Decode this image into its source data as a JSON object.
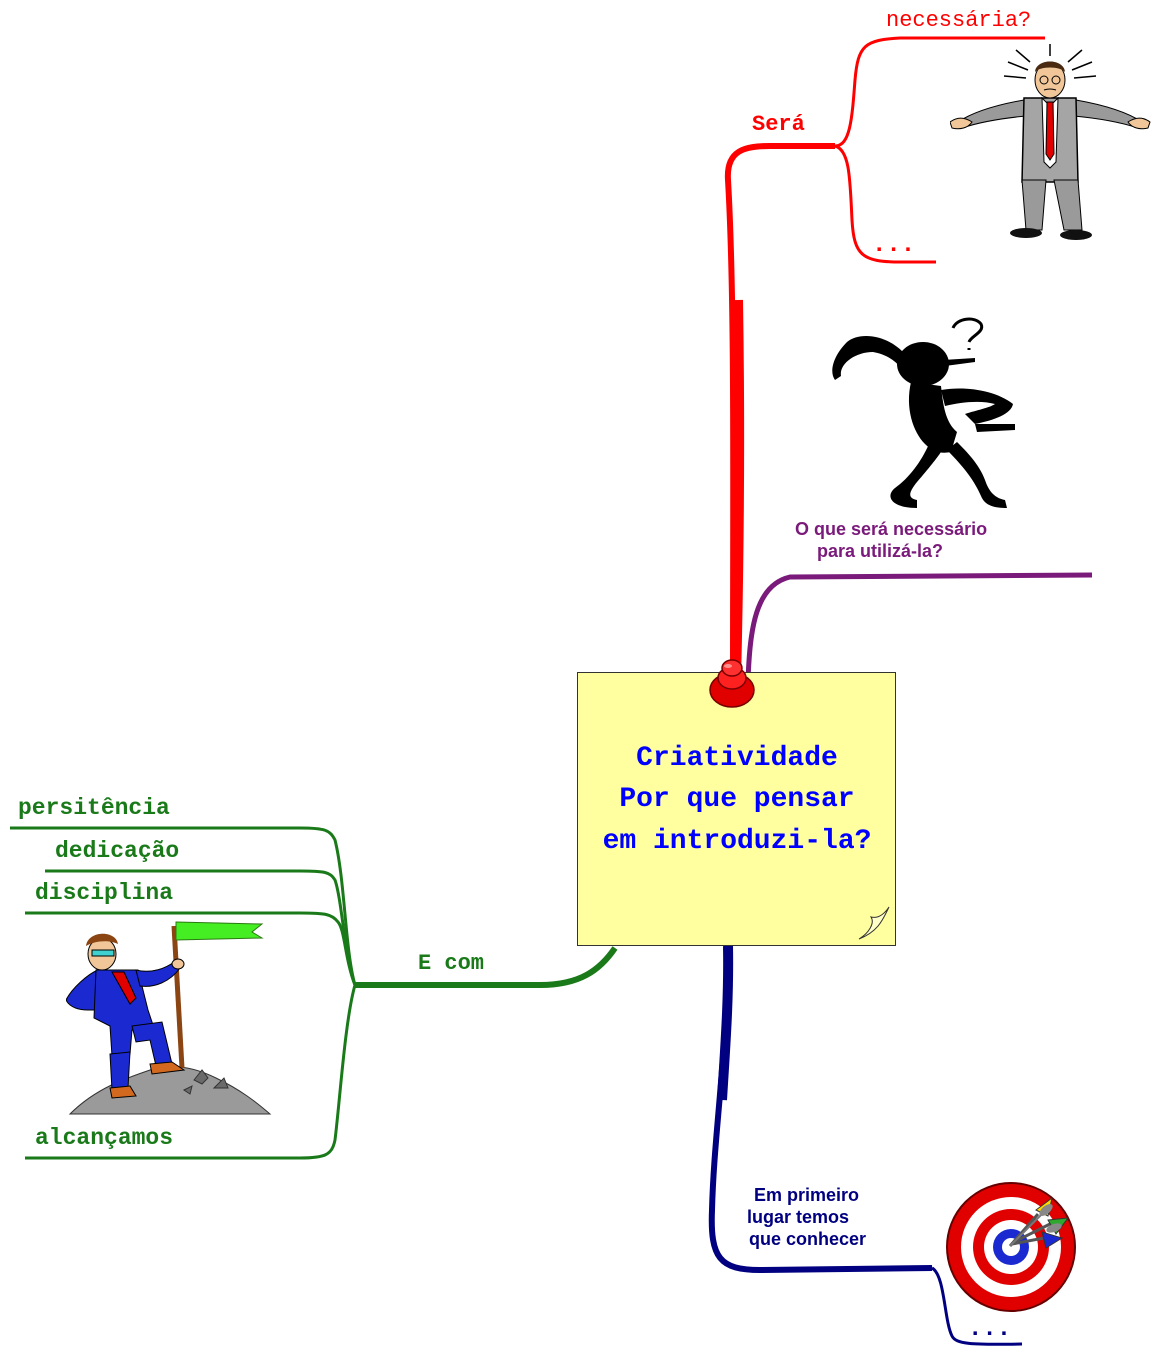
{
  "central": {
    "line1": "Criatividade",
    "line2": "Por que pensar",
    "line3": "em introduzi-la?"
  },
  "branches": {
    "red": {
      "label": "Será",
      "sub1": "necessária?",
      "sub2": "..."
    },
    "purple": {
      "line1": "O que será necessário",
      "line2": "para utilizá-la?"
    },
    "navy": {
      "line1": "Em primeiro",
      "line2": "lugar temos",
      "line3": "que conhecer",
      "sub": "..."
    },
    "green": {
      "label": "E com",
      "items": [
        "persitência",
        "dedicação",
        "disciplina"
      ],
      "result": "alcançamos"
    }
  },
  "colors": {
    "red_branch": "#ff0000",
    "purple_branch": "#7a1a7a",
    "navy_branch": "#000080",
    "green_branch": "#1a7a1a",
    "note": "#ffffa0",
    "title": "#0000ff"
  },
  "icons": [
    "shrugging-man-clipart",
    "thinking-figure-clipart",
    "dartboard-target-clipart",
    "climber-with-flag-clipart",
    "push-pin-icon"
  ]
}
